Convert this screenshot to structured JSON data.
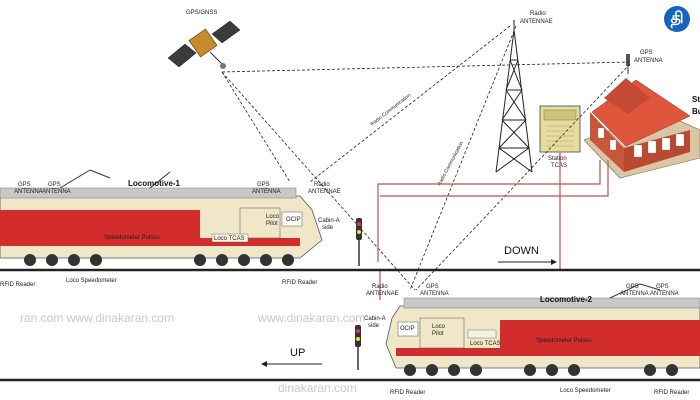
{
  "satellite": {
    "label": "GPS/GNSS"
  },
  "tower": {
    "label_line1": "Radio",
    "label_line2": "ANTENNAE"
  },
  "station_gps": {
    "label_line1": "GPS",
    "label_line2": "ANTENNA"
  },
  "station_tcas": {
    "label_line1": "Station",
    "label_line2": "TCAS"
  },
  "station_building": {
    "label_line1": "St",
    "label_line2": "Bu"
  },
  "links": {
    "radio_comm_1": "Radio Communication",
    "radio_comm_2": "Radio Communication"
  },
  "loco1": {
    "title": "Locomotive-1",
    "gps_line1": "GPS",
    "gps_line2": "ANTENNA",
    "gps2_line1": "GPS",
    "gps2_line2": "ANTENNA",
    "radio_line1": "Radio",
    "radio_line2": "ANTENNAE",
    "cabin_line1": "Cabin-A",
    "cabin_line2": "side",
    "speedometer_pulses": "Speedometer Pulses",
    "loco_tcas": "Loco TCAS",
    "loco_pilot_line1": "Loco",
    "loco_pilot_line2": "Pilot",
    "ocip": "OCIP",
    "rfid_left": "RFID Reader",
    "loco_speedometer": "Loco Speedometer",
    "rfid_right": "RFID Reader"
  },
  "loco2": {
    "title": "Locomotive-2",
    "radio_line1": "Radio",
    "radio_line2": "ANTENNAE",
    "gps_line1": "GPS",
    "gps_line2": "ANTENNA",
    "gps2_line1": "GPS",
    "gps2_line2": "ANTENNA",
    "gps3_line1": "GPS",
    "gps3_line2": "ANTENNA",
    "cabin_line1": "Cabin-A",
    "cabin_line2": "side",
    "speedometer_pulses": "Speedometer Pulses",
    "loco_tcas": "Loco TCAS",
    "loco_pilot_line1": "Loco",
    "loco_pilot_line2": "Pilot",
    "ocip": "OCIP",
    "rfid_left": "RFID Reader",
    "loco_speedometer": "Loco Speedometer",
    "rfid_right": "RFID Reader"
  },
  "directions": {
    "down": "DOWN",
    "up": "UP"
  },
  "watermark": {
    "text1": "ran.com  www.dinakaran.com",
    "text2": "www.dinakaran.com",
    "text3": "dinakaran.com"
  },
  "colors": {
    "loco_red": "#d22c2c",
    "loco_cream": "#efe7c8",
    "roof": "#c8c8c8",
    "brand": "#1565c0",
    "station_bg": "#e8dc9a"
  },
  "logo": {
    "glyph": "தி"
  }
}
